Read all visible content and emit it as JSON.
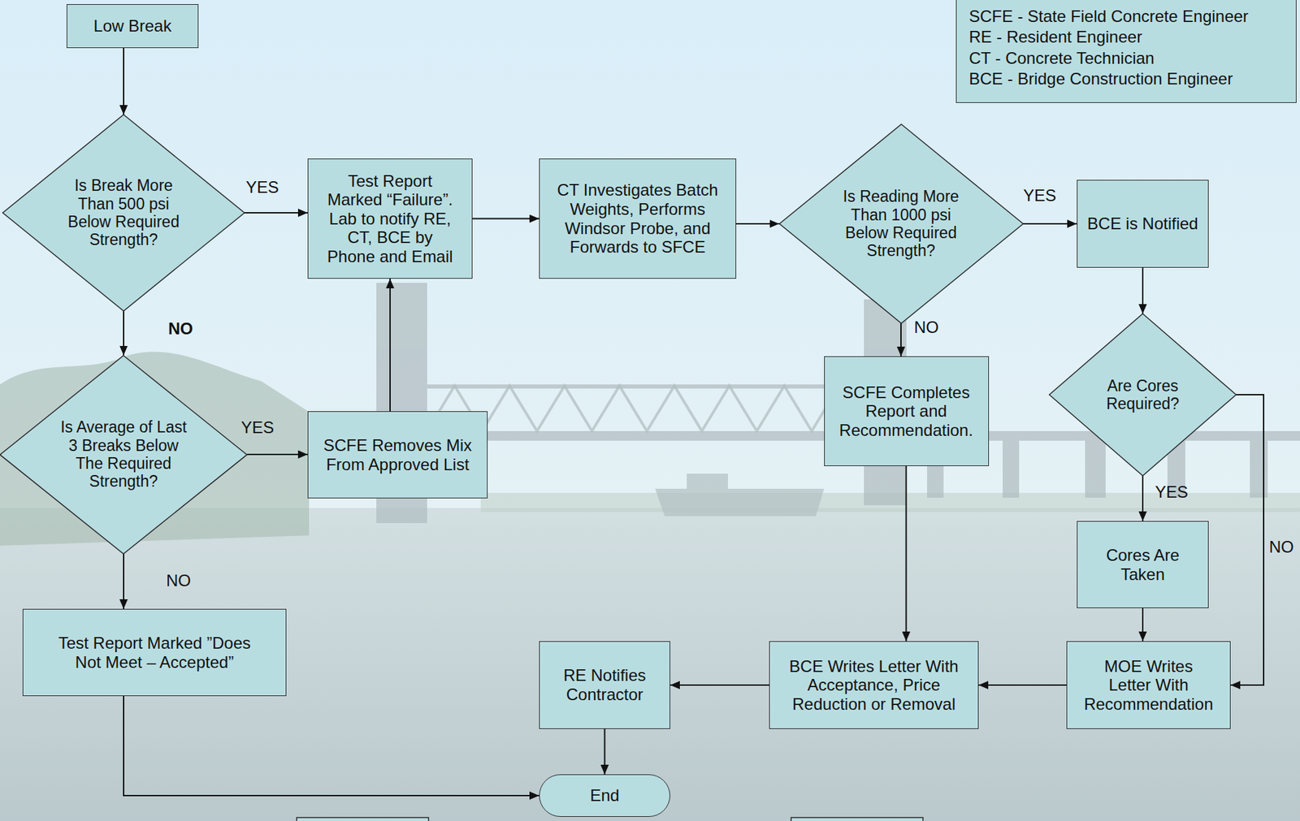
{
  "diagram": {
    "nodes": [
      {
        "text": [
          "Low Break"
        ]
      },
      {
        "text": [
          "Is Break More Than 500 psi Below Required Strength?"
        ]
      },
      {
        "text": [
          "Test Report Marked “Failure”. Lab to notify RE, CT, BCE by Phone and Email"
        ]
      },
      {
        "text": [
          "CT Investigates Batch Weights, Performs Windsor Probe, and Forwards to SFCE"
        ]
      },
      {
        "text": [
          "Is Reading More Than 1000 psi Below Required Strength?"
        ]
      },
      {
        "text": [
          "BCE is Notified"
        ]
      },
      {
        "text": [
          "Is Average of Last 3 Breaks Below The Required Strength?"
        ]
      },
      {
        "text": [
          "SCFE Removes Mix From Approved List"
        ]
      },
      {
        "text": [
          "SCFE Completes Report and Recommendation."
        ]
      },
      {
        "text": [
          "Are Cores Required?"
        ]
      },
      {
        "text": [
          "Cores Are Taken"
        ]
      },
      {
        "text": [
          "Test Report Marked ”Does Not Meet – Accepted”"
        ]
      },
      {
        "text": [
          "RE Notifies Contractor"
        ]
      },
      {
        "text": [
          "BCE Writes Letter With Acceptance, Price Reduction or Removal"
        ]
      },
      {
        "text": [
          "MOE Writes Letter With Recommendation"
        ]
      },
      {
        "text": [
          "End"
        ]
      }
    ],
    "edges": [
      {
        "from": 0,
        "to": 1,
        "arrow": "to"
      },
      {
        "from": 1,
        "to": 2,
        "label": "YES",
        "arrow": "to"
      },
      {
        "from": 1,
        "to": 6,
        "label": "NO",
        "arrow": "to"
      },
      {
        "from": 6,
        "to": 7,
        "label": "YES",
        "arrow": "to"
      },
      {
        "from": 7,
        "to": 2,
        "arrow": "to"
      },
      {
        "from": 6,
        "to": 11,
        "label": "NO",
        "arrow": "to"
      },
      {
        "from": 2,
        "to": 3,
        "arrow": "to"
      },
      {
        "from": 3,
        "to": 4,
        "arrow": "to"
      },
      {
        "from": 4,
        "to": 5,
        "label": "YES",
        "arrow": "to"
      },
      {
        "from": 4,
        "to": 8,
        "label": "NO",
        "arrow": "to"
      },
      {
        "from": 5,
        "to": 9,
        "arrow": "to"
      },
      {
        "from": 9,
        "to": 10,
        "label": "YES",
        "arrow": "to"
      },
      {
        "from": 9,
        "to": 14,
        "label": "NO",
        "arrow": "to"
      },
      {
        "from": 10,
        "to": 14,
        "arrow": "to"
      },
      {
        "from": 8,
        "to": 13,
        "arrow": "to"
      },
      {
        "from": 14,
        "to": 13,
        "arrow": "to"
      },
      {
        "from": 13,
        "to": 12,
        "arrow": "to"
      },
      {
        "from": 12,
        "to": 15,
        "arrow": "to"
      },
      {
        "from": 11,
        "to": 15,
        "arrow": "to"
      }
    ],
    "legend": [
      {
        "text": "SCFE - State Field Concrete Engineer"
      },
      {
        "text": "RE - Resident Engineer"
      },
      {
        "text": "CT - Concrete Technician"
      },
      {
        "text": "BCE - Bridge Construction Engineer"
      }
    ]
  }
}
